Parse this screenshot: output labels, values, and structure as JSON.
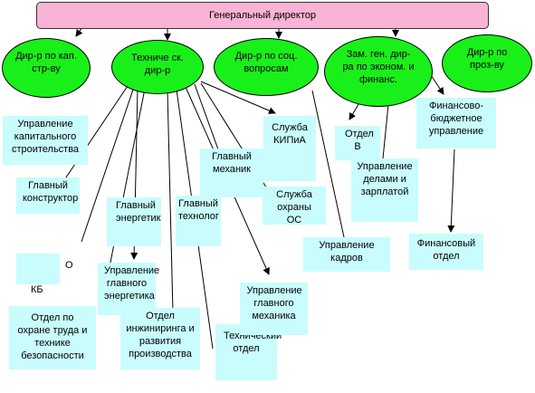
{
  "director": "Генеральный директор",
  "ovals": {
    "cap": "Дир-р по кап. стр-ву",
    "tech": "Техниче ск. дир-р",
    "soc": "Дир-р по соц. вопросам",
    "zam": "Зам. ген. дир-ра по эконом. и финанс.",
    "proiz": "Дир-р по проз-ву"
  },
  "boxes": {
    "ucs": "Управление капитального строительства",
    "gk": "Главный конструктор",
    "okb_o": "О",
    "okb_kb": "КБ",
    "otb": "Отдел по охране труда и технике безопасности",
    "ge": "Главный энергетик",
    "uge": "Управление главного энергетика",
    "oir": "Отдел инжиниринга и развития производства",
    "gt": "Главный технолог",
    "tekh": "Технический отдел",
    "gm": "Главный механик",
    "ugm": "Управление главного механика",
    "kipia": "Служба КИПиА",
    "oc": "Служба охраны ОС",
    "uk": "Управление кадров",
    "otdel": "Отдел В",
    "udz": "Управление делами и зарплатой",
    "fbu": "Финансово-бюджетное управление",
    "fo": "Финансовый отдел"
  }
}
